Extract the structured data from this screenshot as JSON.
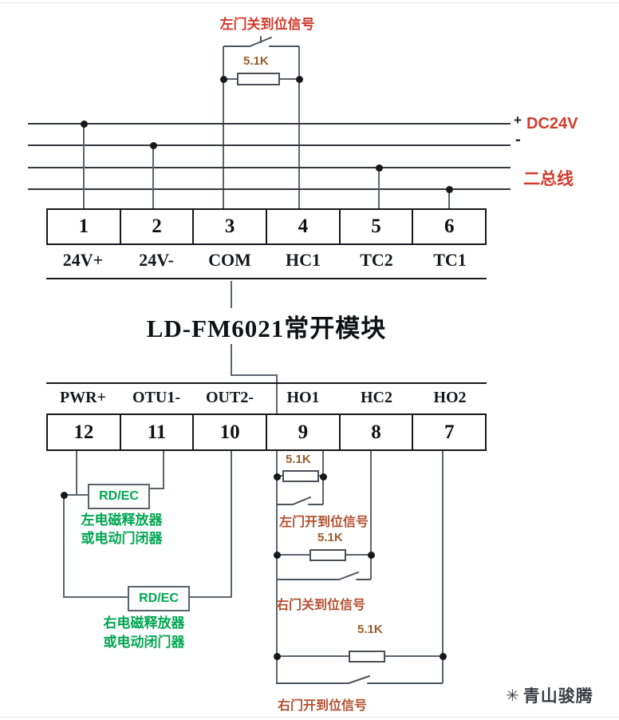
{
  "title": "LD-FM6021常开模块",
  "top_circuit": {
    "label": "左门关到位信号",
    "resistor_value": "5.1K"
  },
  "bus_lines": {
    "plus": "+",
    "minus": "-",
    "power_label": "DC24V",
    "bus_label": "二总线"
  },
  "terminal_block_top": {
    "numbers": [
      "1",
      "2",
      "3",
      "4",
      "5",
      "6"
    ],
    "labels": [
      "24V+",
      "24V-",
      "COM",
      "HC1",
      "TC2",
      "TC1"
    ]
  },
  "terminal_block_bottom": {
    "labels": [
      "PWR+",
      "OTU1-",
      "OUT2-",
      "HO1",
      "HC2",
      "HO2"
    ],
    "numbers": [
      "12",
      "11",
      "10",
      "9",
      "8",
      "7"
    ]
  },
  "releasers": [
    {
      "box_label": "RD/EC",
      "desc_line1": "左电磁释放器",
      "desc_line2": "或电动门闭器"
    },
    {
      "box_label": "RD/EC",
      "desc_line1": "右电磁释放器",
      "desc_line2": "或电动闭门器"
    }
  ],
  "door_signals": [
    {
      "resistor_value": "5.1K",
      "label": "左门开到位信号"
    },
    {
      "resistor_value": "5.1K",
      "label": "右门关到位信号"
    },
    {
      "resistor_value": "5.1K",
      "label": "右门开到位信号"
    }
  ],
  "watermark": {
    "icon": "✳",
    "text": "青山骏腾"
  },
  "colors": {
    "signal_red": "#d23c2e",
    "brick_red": "#b44f30",
    "resistor_brown": "#995c2b",
    "green": "#00a651",
    "wire_gray": "#5a646d"
  }
}
